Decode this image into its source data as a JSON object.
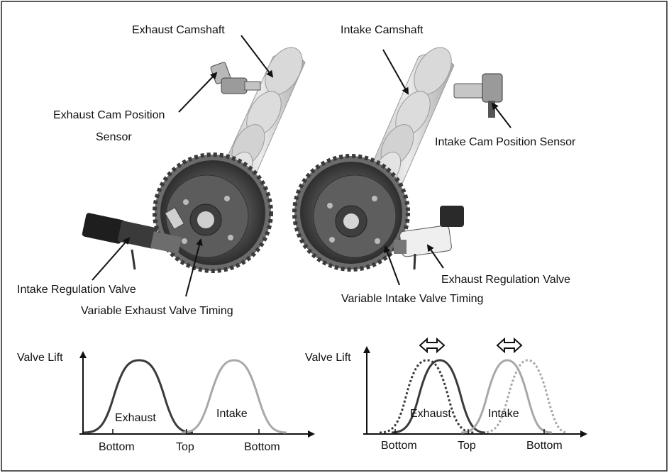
{
  "labels": {
    "exhaust_camshaft": "Exhaust Camshaft",
    "intake_camshaft": "Intake Camshaft",
    "exhaust_cam_position_sensor_line1": "Exhaust Cam Position",
    "exhaust_cam_position_sensor_line2": "Sensor",
    "intake_cam_position_sensor": "Intake Cam Position Sensor",
    "intake_regulation_valve": "Intake Regulation Valve",
    "variable_exhaust_valve_timing": "Variable Exhaust Valve Timing",
    "variable_intake_valve_timing": "Variable Intake Valve Timing",
    "exhaust_regulation_valve": "Exhaust Regulation Valve"
  },
  "graph_left": {
    "ylabel": "Valve Lift",
    "exhaust": "Exhaust",
    "intake": "Intake",
    "ticks": [
      "Bottom",
      "Top",
      "Bottom"
    ]
  },
  "graph_right": {
    "ylabel": "Valve Lift",
    "exhaust": "Exhaust",
    "intake": "Intake",
    "ticks": [
      "Bottom",
      "Top",
      "Bottom"
    ]
  },
  "colors": {
    "exhaust_curve": "#3a3a3a",
    "intake_curve": "#a8a8a8",
    "metal_light": "#d8d8d8",
    "metal_dark": "#5a5a5a"
  }
}
